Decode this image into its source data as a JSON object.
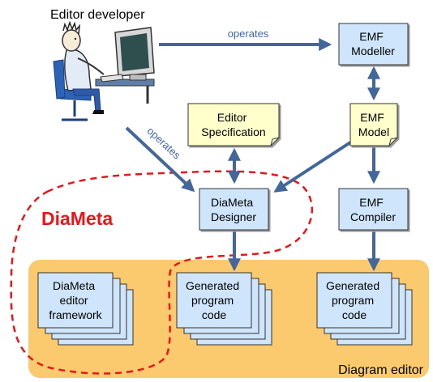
{
  "diagram": {
    "developer_label": "Editor developer",
    "emf_modeller": [
      "EMF",
      "Modeller"
    ],
    "emf_model": [
      "EMF",
      "Model"
    ],
    "emf_compiler": [
      "EMF",
      "Compiler"
    ],
    "editor_spec": [
      "Editor",
      "Specification"
    ],
    "diameta_designer": [
      "DiaMeta",
      "Designer"
    ],
    "diameta_title": "DiaMeta",
    "framework_stack": [
      "DiaMeta",
      "editor",
      "framework"
    ],
    "generated_stack_1": [
      "Generated",
      "program",
      "code"
    ],
    "generated_stack_2": [
      "Generated",
      "program",
      "code"
    ],
    "diagram_editor_label": "Diagram editor",
    "operates_top": "operates",
    "operates_diag": "operates"
  },
  "colors": {
    "blue_box": "#cfe5fb",
    "yellow_box": "#ffffcc",
    "orange_region": "#fbc96e",
    "arrow": "#44679a",
    "arrow_text": "#3f66a8",
    "diameta_red": "#e8161b"
  },
  "icons": [
    "developer-at-computer-icon"
  ]
}
